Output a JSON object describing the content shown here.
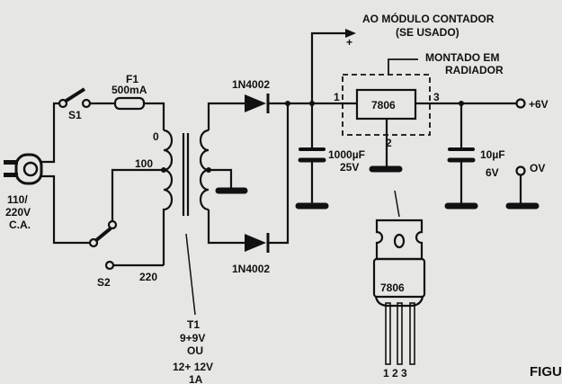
{
  "labels": {
    "module_line1": "AO MÓDULO CONTADOR",
    "module_line2": "(SE USADO)",
    "plus": "+",
    "heatsink_line1": "MONTADO EM",
    "heatsink_line2": "RADIADOR",
    "fuse_name": "F1",
    "fuse_value": "500mA",
    "s1": "S1",
    "s2": "S2",
    "tap_0": "0",
    "tap_100": "100",
    "tap_220": "220",
    "diode_top": "1N4002",
    "diode_bottom": "1N4002",
    "reg": "7806",
    "pin1": "1",
    "pin2": "2",
    "pin3": "3",
    "c1_value": "1000µF",
    "c1_voltage": "25V",
    "c2_value": "10µF",
    "c2_voltage": "6V",
    "out_pos": "+6V",
    "out_zero": "OV",
    "mains_line1": "110/",
    "mains_line2": "220V",
    "mains_line3": "C.A.",
    "t1_name": "T1",
    "t1_line1": "9+9V",
    "t1_line2": "OU",
    "t1_line3": "12+ 12V",
    "t1_line4": "1A",
    "package_label": "7806",
    "package_pins": "1 2 3",
    "figure": "FIGU"
  }
}
